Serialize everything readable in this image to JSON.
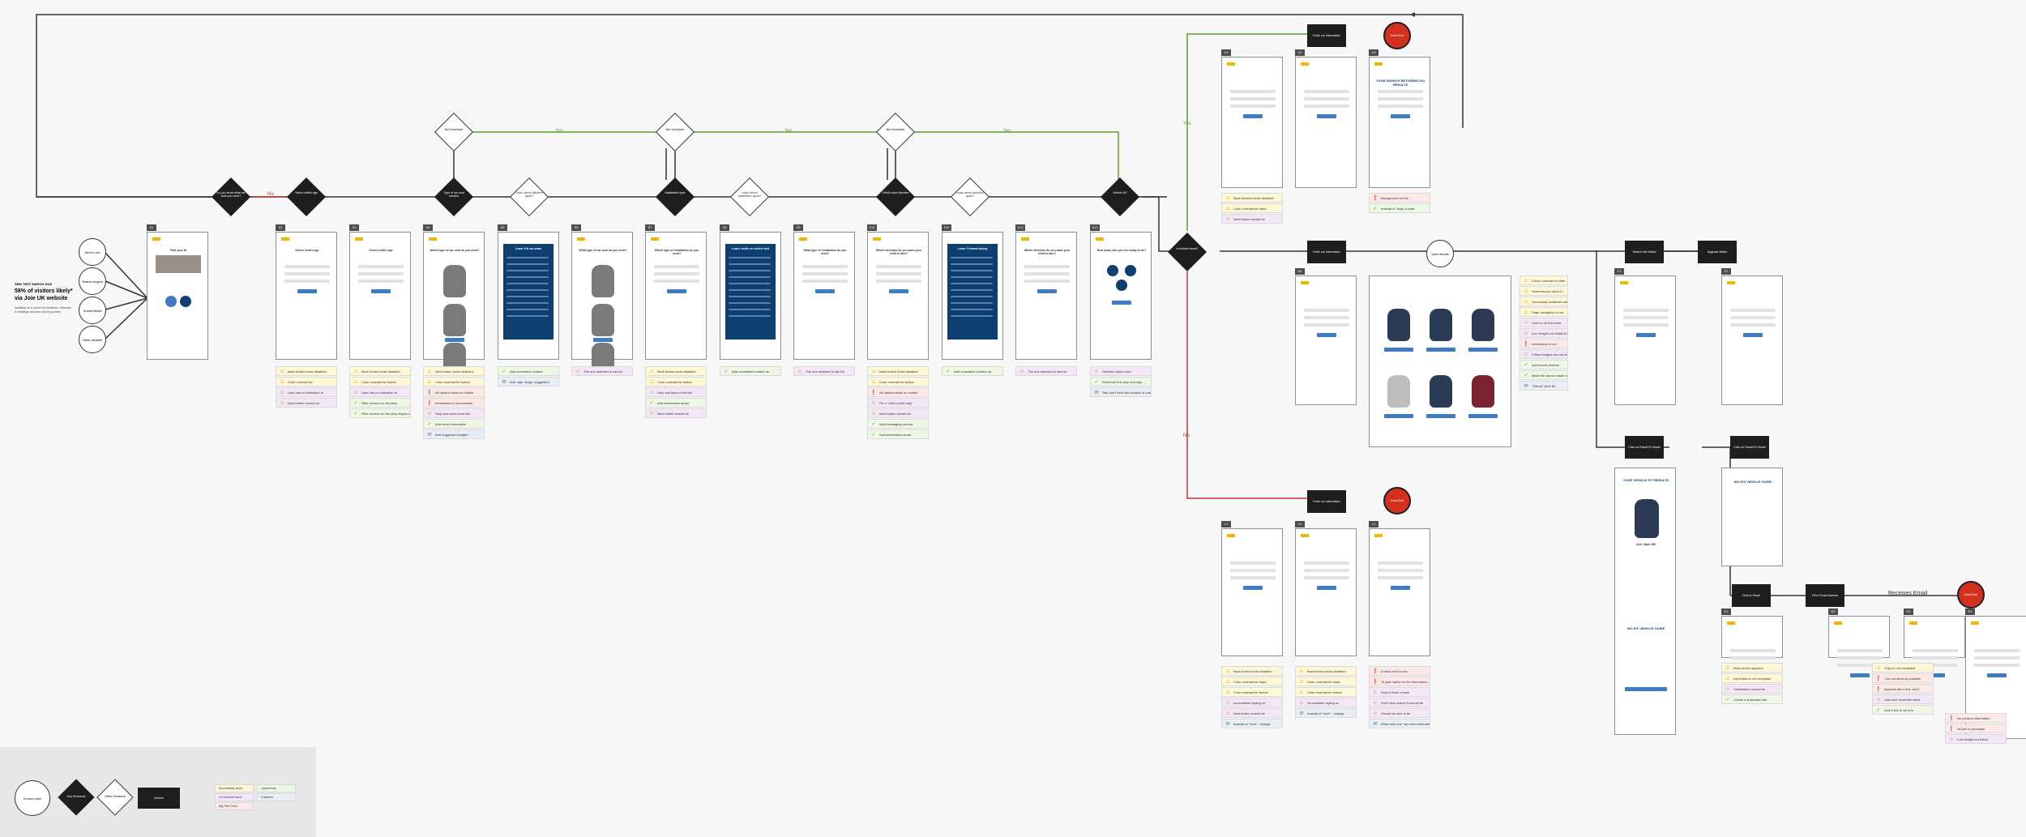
{
  "colors": {
    "yes": "#5aa02c",
    "no": "#c0392b",
    "dark": "#1e1e1e",
    "accessibility": "#fff7d6",
    "ux": "#f3e6f6",
    "bigpain": "#fde7e7",
    "opportunity": "#eef7e3",
    "customer": "#e8eef5",
    "brand": "#0d3f73",
    "accent": "#3f7bc2"
  },
  "intro": {
    "title": "58% of visitors likely* via Joie UK website",
    "subtitle": "SMN TEST MARCH 2022",
    "body": "Available on a screen for feedback. Structure in headings and flow vary by journey",
    "entry_points": [
      "Direct Link",
      "Search engine",
      "Social Media",
      "Other website"
    ]
  },
  "screens": [
    {
      "id": "S1",
      "title": "Find your fit",
      "notes": []
    },
    {
      "id": "S2",
      "title": "Select child's age",
      "notes": [
        {
          "t": "a",
          "x": "Back button looks disabled"
        },
        {
          "t": "a",
          "x": "Color contrast for"
        },
        {
          "t": "u",
          "x": "User has no indication of"
        },
        {
          "t": "u",
          "x": "Next button should be"
        }
      ]
    },
    {
      "id": "S3",
      "title": "Select child's age",
      "notes": [
        {
          "t": "a",
          "x": "Back button looks disabled"
        },
        {
          "t": "a",
          "x": "Color contrast for button"
        },
        {
          "t": "u",
          "x": "User has no indication of"
        },
        {
          "t": "o",
          "x": "Filter chosen on the step"
        },
        {
          "t": "o",
          "x": "Filter chosen on the step maybe set recall also"
        }
      ]
    },
    {
      "id": "S4",
      "title": "Which type of car seat do you need?",
      "notes": [
        {
          "t": "a",
          "x": "Next button looks disabled"
        },
        {
          "t": "a",
          "x": "Color contrast for button"
        },
        {
          "t": "b",
          "x": "All options show on mobile"
        },
        {
          "t": "b",
          "x": "Information is inconsistent"
        },
        {
          "t": "u",
          "x": "Step and learn more link"
        },
        {
          "t": "o",
          "x": "Add more information"
        },
        {
          "t": "c",
          "x": "Add suggested weight r"
        }
      ]
    },
    {
      "id": "S5",
      "title": "Learn: Kit car seats",
      "notes": [
        {
          "t": "o",
          "x": "Add consistent content"
        },
        {
          "t": "c",
          "x": "Add: age, stage, suggested"
        }
      ]
    },
    {
      "id": "S6",
      "title": "What type of car seat do you need?",
      "notes": [
        {
          "t": "u",
          "x": "The one selected is hard to"
        }
      ]
    },
    {
      "id": "S7",
      "title": "Which type of installation do you need?",
      "notes": [
        {
          "t": "a",
          "x": "Back button looks disabled"
        },
        {
          "t": "a",
          "x": "Color contrast for button"
        },
        {
          "t": "u",
          "x": "Step and learn more link"
        },
        {
          "t": "o",
          "x": "Add information about"
        },
        {
          "t": "u",
          "x": "Next button should be"
        }
      ]
    },
    {
      "id": "S8",
      "title": "Learn: Isofix vs vehicle belt",
      "notes": [
        {
          "t": "o",
          "x": "Add consistent content on"
        }
      ]
    },
    {
      "id": "S9",
      "title": "What type of installation do you need?",
      "notes": [
        {
          "t": "u",
          "x": "The one selected is hard to"
        }
      ]
    },
    {
      "id": "S10",
      "title": "Which direction do you want your child to face?",
      "notes": [
        {
          "t": "a",
          "x": "Back button looks disabled"
        },
        {
          "t": "a",
          "x": "Color contrast for button"
        },
        {
          "t": "b",
          "x": "All options show on mobile"
        },
        {
          "t": "u",
          "x": "Fix a \"child on the way\""
        },
        {
          "t": "u",
          "x": "Next button should be"
        },
        {
          "t": "o",
          "x": "Add messaging around"
        },
        {
          "t": "o",
          "x": "Add information about"
        }
      ]
    },
    {
      "id": "S11",
      "title": "Learn: Forward facing",
      "notes": [
        {
          "t": "o",
          "x": "Add consistent content on"
        }
      ]
    },
    {
      "id": "S12",
      "title": "Which direction do you want your child to face?",
      "notes": [
        {
          "t": "u",
          "x": "The one selected is hard to"
        }
      ]
    },
    {
      "id": "S13",
      "title": "How many can you see today to do?",
      "notes": [
        {
          "t": "u",
          "x": "Selected option isn't"
        },
        {
          "t": "o",
          "x": "Reinforce this step and skip"
        },
        {
          "t": "c",
          "x": "Title don't think the number of cars important"
        }
      ]
    }
  ],
  "decisions": [
    {
      "label": "Do you know what car seat you need?",
      "style": "dark"
    },
    {
      "label": "Select child's age",
      "style": "dark"
    },
    {
      "label": "Type of car seat needed",
      "style": "dark"
    },
    {
      "label": "Learn about different types?",
      "style": "light"
    },
    {
      "label": "Installation type",
      "style": "dark"
    },
    {
      "label": "Learn about installation types?",
      "style": "light"
    },
    {
      "label": "Child's seat direction",
      "style": "dark"
    },
    {
      "label": "Learn about direction types?",
      "style": "light"
    },
    {
      "label": "Vehicle fit?",
      "style": "dark"
    }
  ],
  "top_decisions": [
    "Not Sure/User",
    "Not Sure/User",
    "Not Sure/User"
  ],
  "flow_labels": {
    "yes": "Yes",
    "no": "No",
    "receives_email": "Receives Email"
  },
  "branch": {
    "decision": "Is vehicle found?",
    "actions": [
      "Enter car information",
      "Enter car information",
      "Enter car information",
      "Search this Metric",
      "Upgrade Metric",
      "Click on Result ID Model",
      "Click on Result ID Model",
      "Click to Share",
      "Fill in Email Address"
    ],
    "circles": [
      "View results"
    ],
    "ends": [
      "Dead End",
      "Dead End",
      "Dead End"
    ]
  },
  "upper_notes": [
    [
      {
        "t": "a",
        "x": "Back buttons looks disabled"
      },
      {
        "t": "a",
        "x": "Color contrast for input"
      },
      {
        "t": "u",
        "x": "Next button should be"
      }
    ],
    [
      {
        "t": "b",
        "x": "Background for the"
      },
      {
        "t": "o",
        "x": "Instead of \"back a clear"
      }
    ]
  ],
  "results": {
    "heading": "YOUR SEARCH RETURNED NO RESULTS",
    "notes": [
      {
        "t": "a",
        "x": "Colour contrast for filter"
      },
      {
        "t": "a",
        "x": "Searches are stuck in"
      },
      {
        "t": "a",
        "x": "Secondary headlines are"
      },
      {
        "t": "a",
        "x": "Page navigation is not"
      },
      {
        "t": "u",
        "x": "User is not told what"
      },
      {
        "t": "u",
        "x": "Icon Height not visible that"
      },
      {
        "t": "b",
        "x": "Information is not"
      },
      {
        "t": "u",
        "x": "Follow images are not clear"
      },
      {
        "t": "o",
        "x": "Add thumb product"
      },
      {
        "t": "o",
        "x": "Make the layout easier to"
      },
      {
        "t": "c",
        "x": "\"Virtual\" don't fill"
      }
    ]
  },
  "lower_notes": [
    [
      {
        "t": "a",
        "x": "Back button looks disabled"
      },
      {
        "t": "a",
        "x": "Color contrast for input"
      },
      {
        "t": "a",
        "x": "Color contrast for button"
      },
      {
        "t": "u",
        "x": "Inconsistent styling on"
      },
      {
        "t": "u",
        "x": "Next button should be"
      },
      {
        "t": "c",
        "x": "Instead of \"next\" - change"
      }
    ],
    [
      {
        "t": "a",
        "x": "Back button looks disabled"
      },
      {
        "t": "a",
        "x": "Color contrast for input"
      },
      {
        "t": "a",
        "x": "Color contrast for button"
      },
      {
        "t": "u",
        "x": "Inconsistent styling on"
      },
      {
        "t": "c",
        "x": "Instead of \"next\" - change"
      }
    ],
    [
      {
        "t": "b",
        "x": "A dead end for the"
      },
      {
        "t": "b",
        "x": "To gain clarity on the information, they can't get on"
      },
      {
        "t": "u",
        "x": "Why is there a back"
      },
      {
        "t": "u",
        "x": "Don't new search it should be"
      },
      {
        "t": "u",
        "x": "Should be nice to be"
      },
      {
        "t": "c",
        "x": "What does the \"we need information for your car\""
      }
    ]
  ],
  "vehicle_fit": {
    "title": "YOUR VEHICLE FIT RESULTS",
    "product": "Joie i-Spin 360",
    "guide": "ISO-FIX VEHICLE GUIDE"
  },
  "share_notes": [
    [
      {
        "t": "a",
        "x": "Back button appears"
      },
      {
        "t": "a",
        "x": "Input field is not compliant"
      },
      {
        "t": "u",
        "x": "Satisfaction should be"
      },
      {
        "t": "o",
        "x": "Create a shareable link"
      }
    ],
    [
      {
        "t": "a",
        "x": "Copy is not compliant"
      },
      {
        "t": "b",
        "x": "Can not send as possible"
      },
      {
        "t": "b",
        "x": "Appears like a link, but it"
      },
      {
        "t": "u",
        "x": "User isn't reminded what"
      },
      {
        "t": "o",
        "x": "Add a link to send to"
      }
    ],
    [
      {
        "t": "b",
        "x": "No product information"
      },
      {
        "t": "b",
        "x": "No link to purchase"
      },
      {
        "t": "u",
        "x": "Low Height not linked"
      }
    ]
  ],
  "legend": {
    "items": [
      "Known mark",
      "Key Decisions",
      "Other Decisions",
      "Actions"
    ],
    "notes": [
      "Accessibility Issue",
      "UX General Issue",
      "Big Pain Point",
      "Opportunity",
      "Customer"
    ]
  }
}
